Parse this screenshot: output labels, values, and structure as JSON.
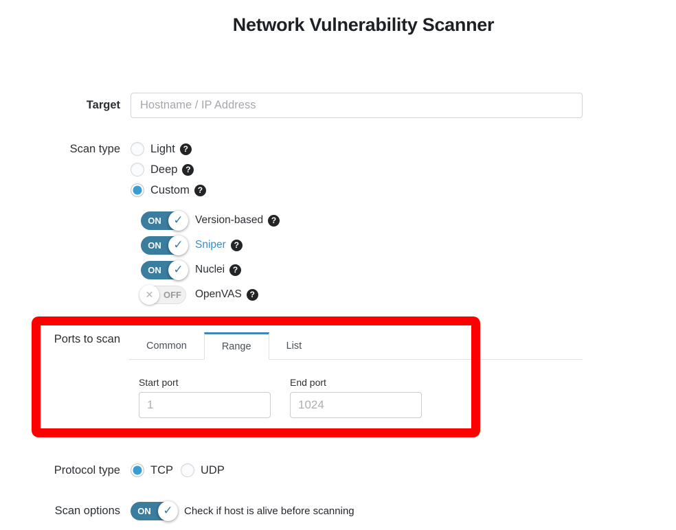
{
  "page": {
    "title": "Network Vulnerability Scanner"
  },
  "target": {
    "label": "Target",
    "placeholder": "Hostname / IP Address",
    "value": ""
  },
  "scan_type": {
    "label": "Scan type",
    "options": [
      {
        "label": "Light",
        "selected": false
      },
      {
        "label": "Deep",
        "selected": false
      },
      {
        "label": "Custom",
        "selected": true
      }
    ],
    "toggles": [
      {
        "label": "Version-based",
        "state": "ON"
      },
      {
        "label": "Sniper",
        "state": "ON"
      },
      {
        "label": "Nuclei",
        "state": "ON"
      },
      {
        "label": "OpenVAS",
        "state": "OFF"
      }
    ]
  },
  "ports": {
    "label": "Ports to scan",
    "tabs": [
      {
        "label": "Common",
        "active": false
      },
      {
        "label": "Range",
        "active": true
      },
      {
        "label": "List",
        "active": false
      }
    ],
    "start_port": {
      "label": "Start port",
      "placeholder": "1",
      "value": ""
    },
    "end_port": {
      "label": "End port",
      "placeholder": "1024",
      "value": ""
    }
  },
  "protocol": {
    "label": "Protocol type",
    "options": [
      {
        "label": "TCP",
        "selected": true
      },
      {
        "label": "UDP",
        "selected": false
      }
    ]
  },
  "scan_options": {
    "label": "Scan options",
    "toggle_state": "ON",
    "description": "Check if host is alive before scanning"
  },
  "icons": {
    "help": "?",
    "check": "✓",
    "cross": "✕"
  },
  "colors": {
    "radio_selected": "#389ed2",
    "toggle_on": "#3a7d9e",
    "tab_active_border": "#4285b8",
    "link_blue": "#3e8dc5",
    "annotation_red": "#ff0000",
    "text_dark": "#212529"
  }
}
